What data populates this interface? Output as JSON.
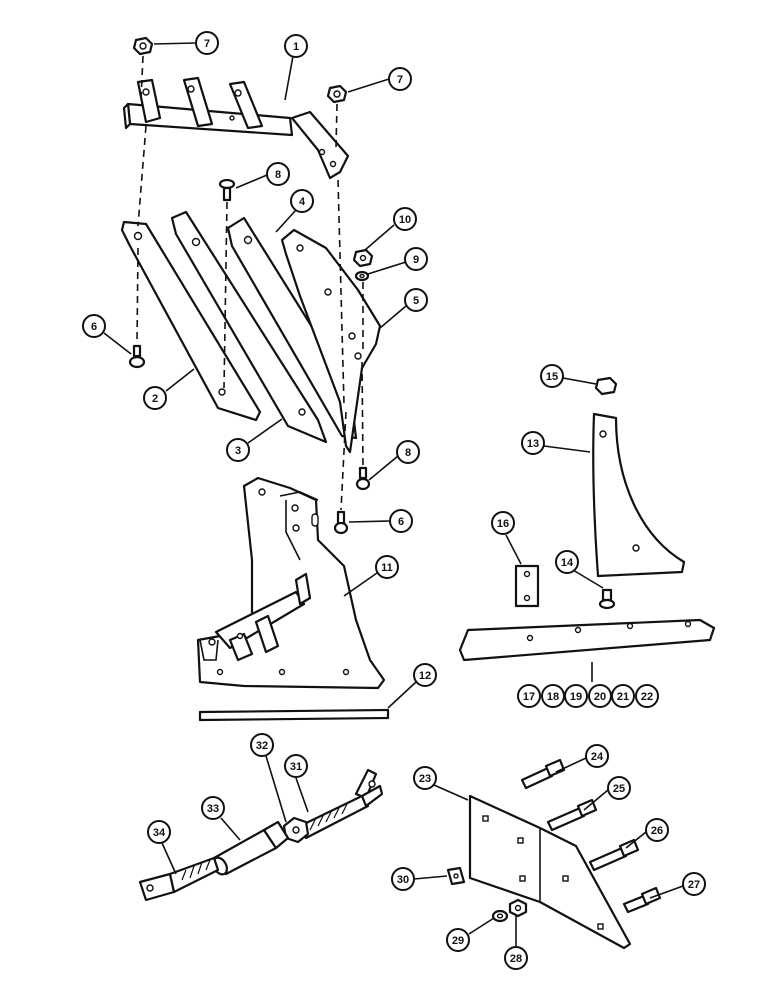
{
  "callouts": [
    {
      "id": "c1",
      "label": "1"
    },
    {
      "id": "c2",
      "label": "2"
    },
    {
      "id": "c3",
      "label": "3"
    },
    {
      "id": "c4",
      "label": "4"
    },
    {
      "id": "c5",
      "label": "5"
    },
    {
      "id": "c6a",
      "label": "6"
    },
    {
      "id": "c6b",
      "label": "6"
    },
    {
      "id": "c7a",
      "label": "7"
    },
    {
      "id": "c7b",
      "label": "7"
    },
    {
      "id": "c8a",
      "label": "8"
    },
    {
      "id": "c8b",
      "label": "8"
    },
    {
      "id": "c9",
      "label": "9"
    },
    {
      "id": "c10",
      "label": "10"
    },
    {
      "id": "c11",
      "label": "11"
    },
    {
      "id": "c12",
      "label": "12"
    },
    {
      "id": "c13",
      "label": "13"
    },
    {
      "id": "c14",
      "label": "14"
    },
    {
      "id": "c15",
      "label": "15"
    },
    {
      "id": "c16",
      "label": "16"
    },
    {
      "id": "c17",
      "label": "17"
    },
    {
      "id": "c18",
      "label": "18"
    },
    {
      "id": "c19",
      "label": "19"
    },
    {
      "id": "c20",
      "label": "20"
    },
    {
      "id": "c21",
      "label": "21"
    },
    {
      "id": "c22",
      "label": "22"
    },
    {
      "id": "c23",
      "label": "23"
    },
    {
      "id": "c24",
      "label": "24"
    },
    {
      "id": "c25",
      "label": "25"
    },
    {
      "id": "c26",
      "label": "26"
    },
    {
      "id": "c27",
      "label": "27"
    },
    {
      "id": "c28",
      "label": "28"
    },
    {
      "id": "c29",
      "label": "29"
    },
    {
      "id": "c30",
      "label": "30"
    },
    {
      "id": "c31",
      "label": "31"
    },
    {
      "id": "c32",
      "label": "32"
    },
    {
      "id": "c33",
      "label": "33"
    },
    {
      "id": "c34",
      "label": "34"
    }
  ]
}
